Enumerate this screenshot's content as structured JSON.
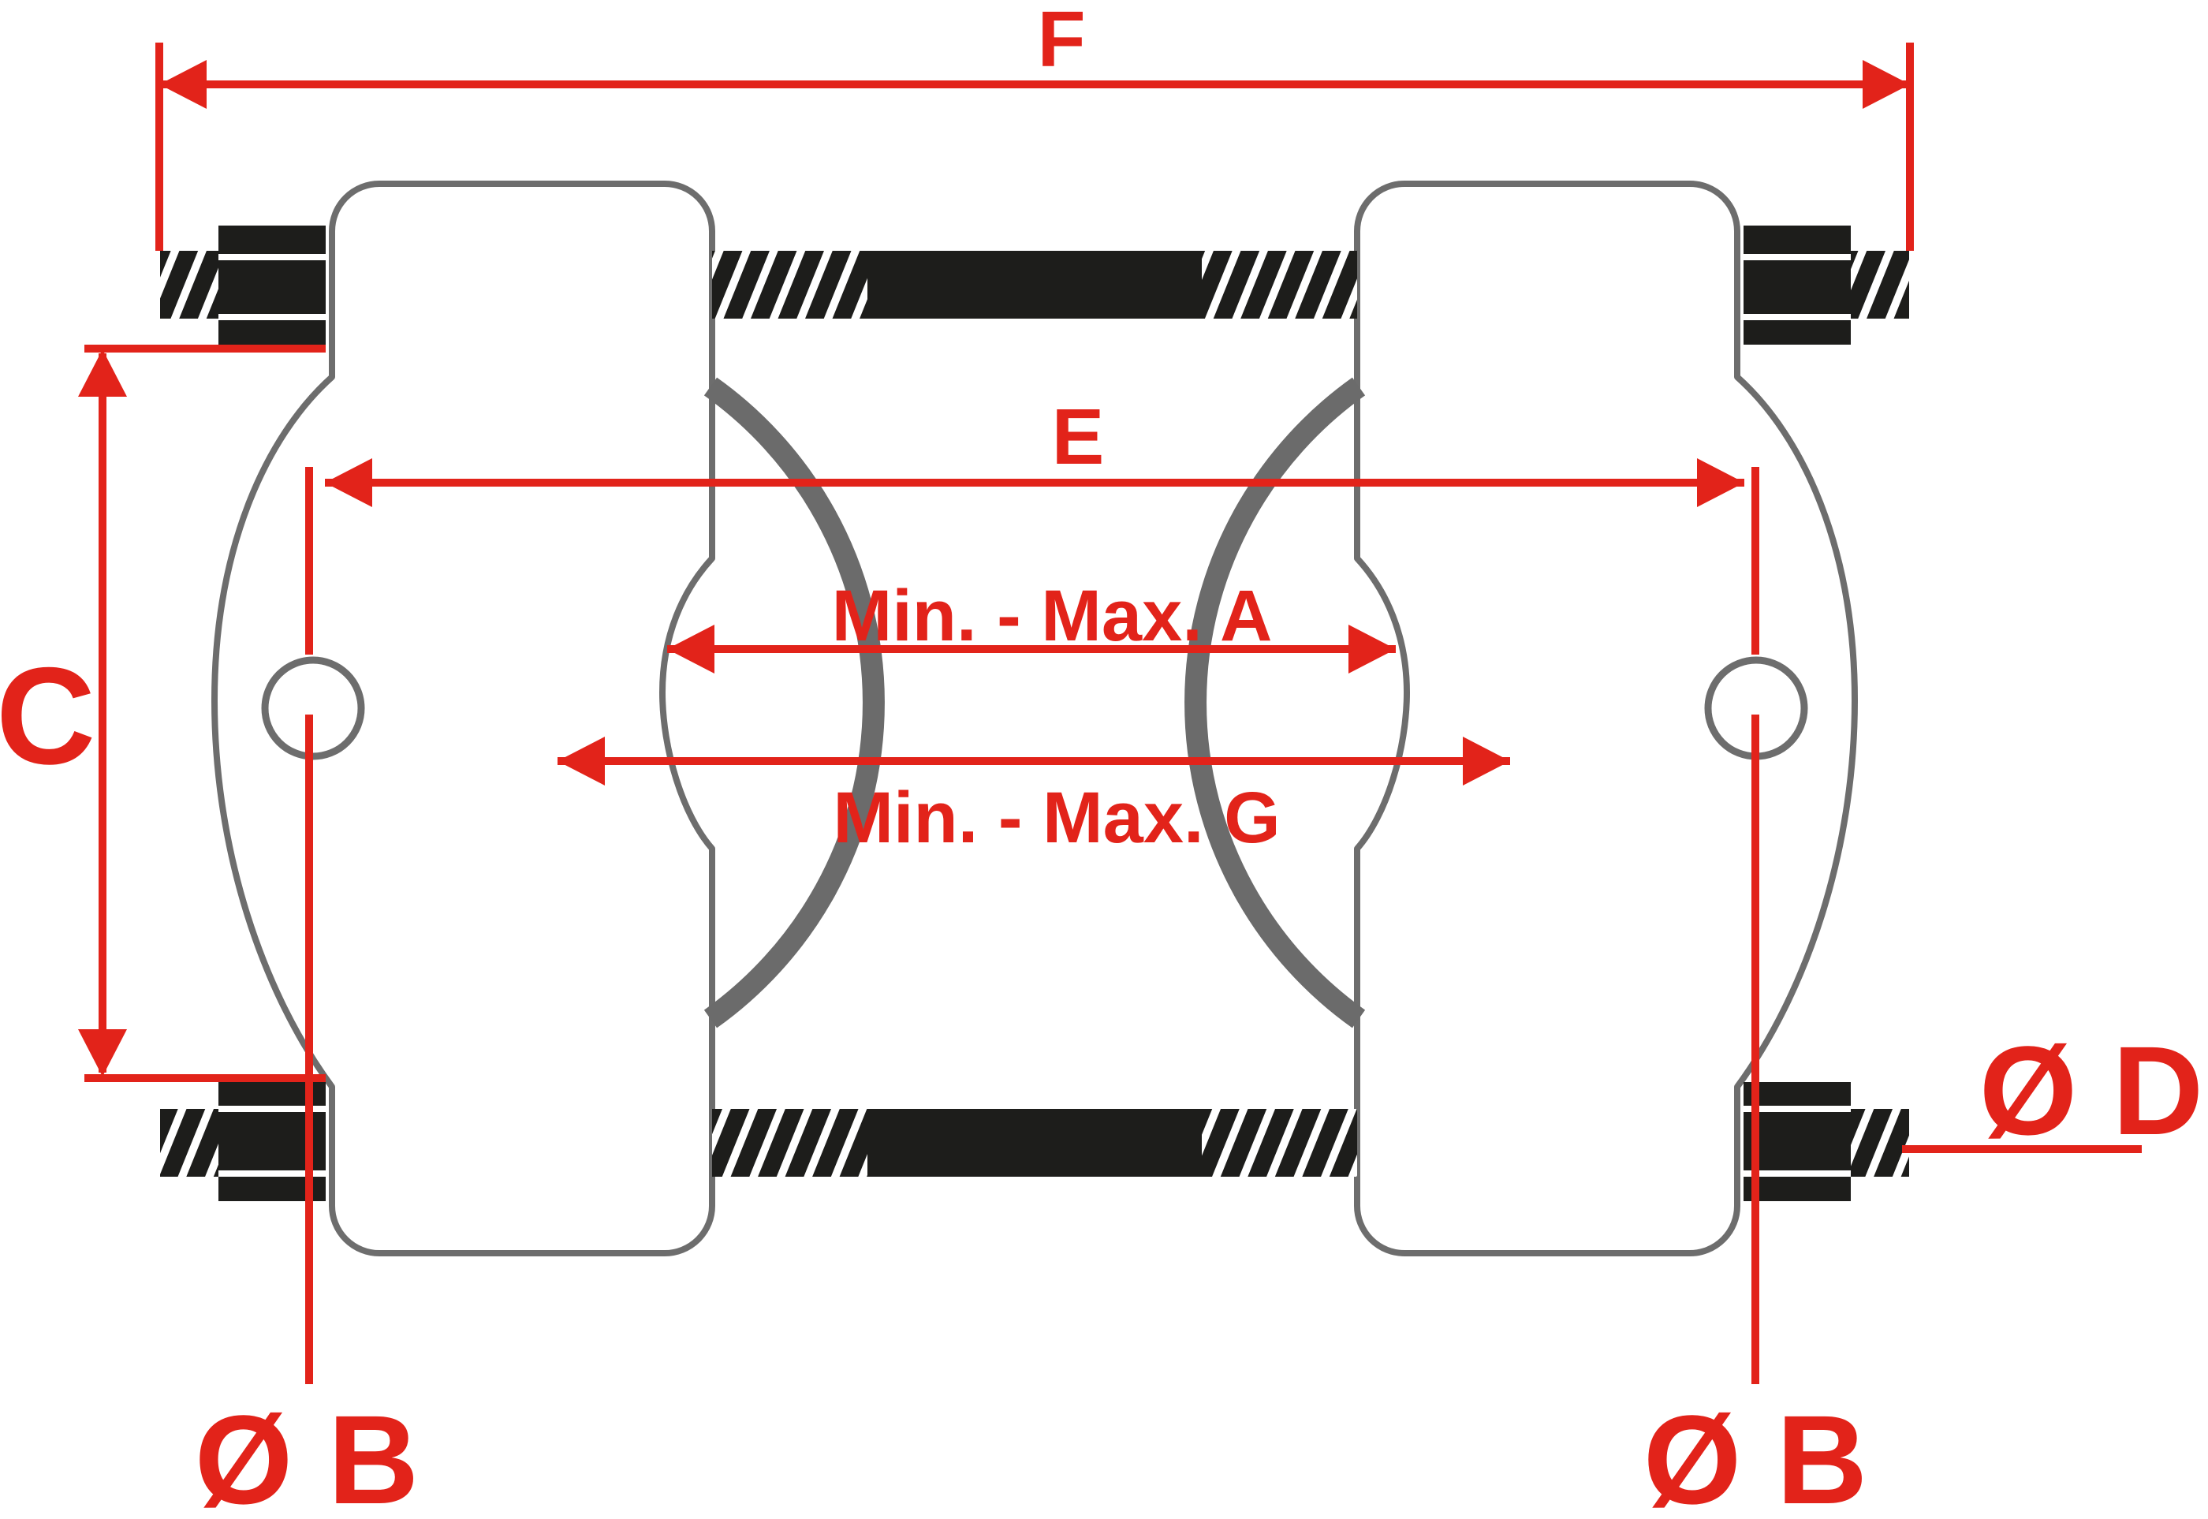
{
  "diagram": {
    "name": "bearing-separator-technical-drawing",
    "description": "Front view line drawing of a two-piece bearing separator with tie rods, nuts and dimension callouts",
    "colors": {
      "dimension_red": "#e2231a",
      "hardware_black": "#1d1d1b",
      "outline_gray": "#6d6d6d",
      "knife_edge_gray": "#6b6b6b",
      "background": "#ffffff"
    },
    "dimension_labels": {
      "f": "F",
      "e": "E",
      "c": "C",
      "min_max_a": "Min. - Max. A",
      "min_max_g": "Min. - Max. G",
      "dia_b_left": "Ø B",
      "dia_b_right": "Ø B",
      "dia_d": "Ø D"
    }
  }
}
